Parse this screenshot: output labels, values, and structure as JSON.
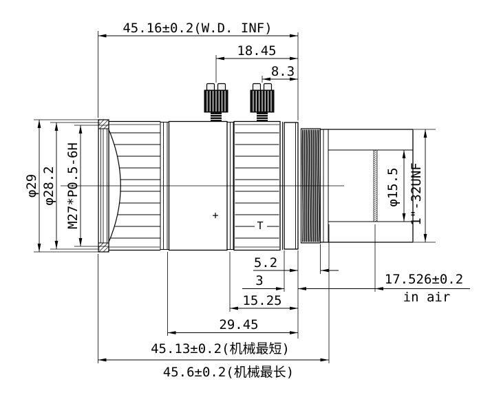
{
  "dimensions": {
    "top": {
      "overall_wd": "45.16±0.2(W.D. INF)",
      "screw1_to_flange": "18.45",
      "screw2_to_flange": "8.3"
    },
    "left": {
      "outer_dia": "φ29",
      "front_dia": "φ28.2",
      "front_thread": "M27*P0.5-6H"
    },
    "right": {
      "bore_dia": "φ15.5",
      "mount_thread": "1\"-32UNF"
    },
    "bottom": {
      "thread_len": "5.2",
      "step_len": "3",
      "rear_len": "15.25",
      "mid_len": "29.45",
      "mech_min": "45.13±0.2(机械最短)",
      "mech_max": "45.6±0.2(机械最长)",
      "flange_focal": "17.526±0.2",
      "flange_focal_note": "in air"
    }
  },
  "markings": {
    "focus_index": "+",
    "tele_index": "T"
  }
}
